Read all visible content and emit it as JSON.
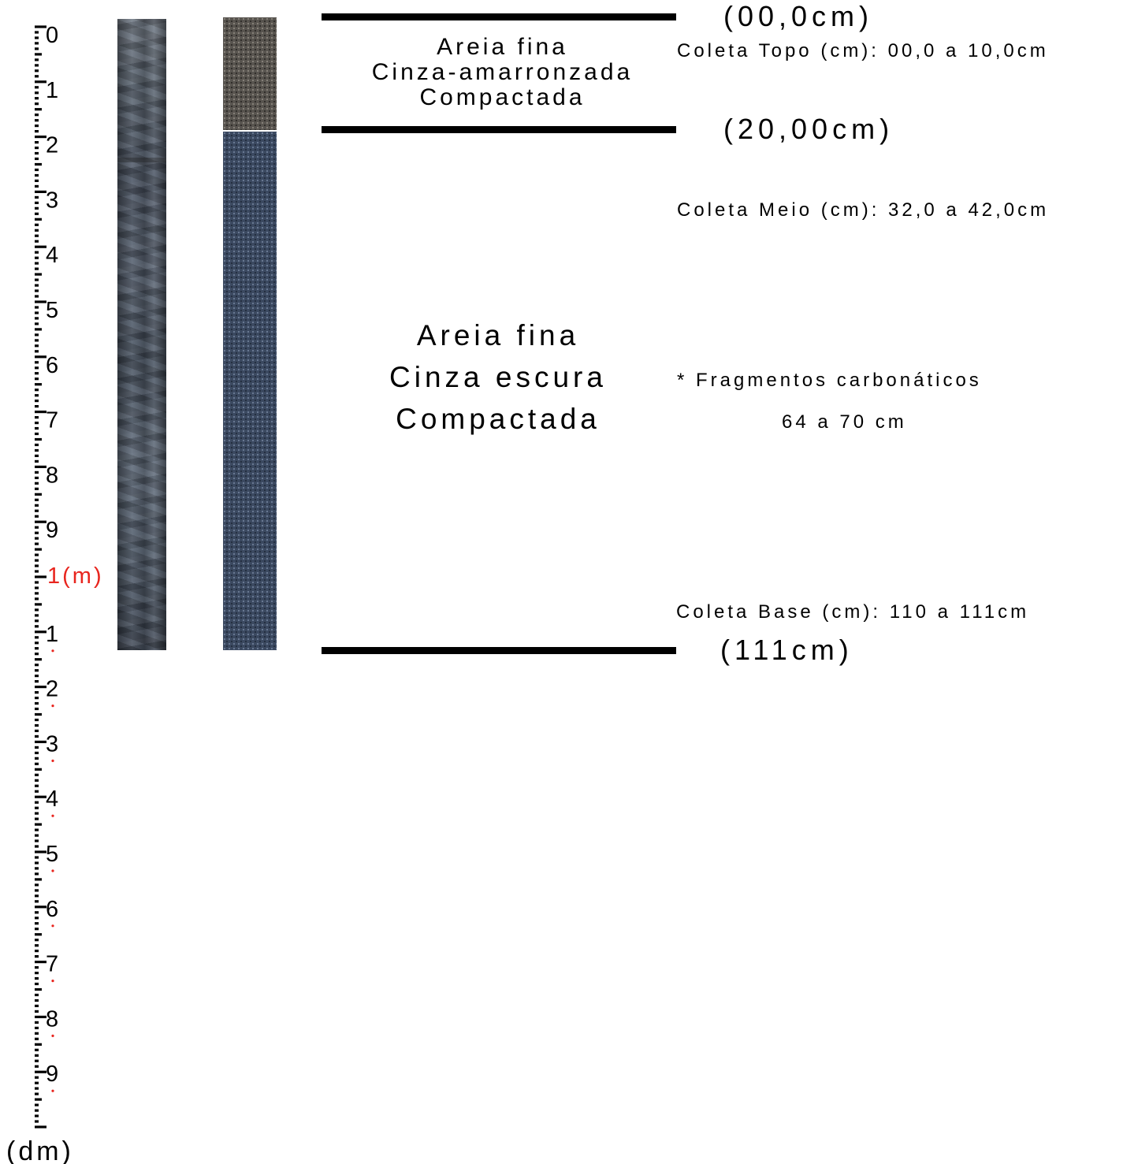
{
  "ruler": {
    "meter_labels": [
      "0",
      "1",
      "2",
      "3",
      "4",
      "5",
      "6",
      "7",
      "8",
      "9"
    ],
    "meter_mark": "1(m)",
    "second_meter_labels": [
      "1",
      "2",
      "3",
      "4",
      "5",
      "6",
      "7",
      "8",
      "9"
    ],
    "unit_label": "(dm)",
    "accent_color": "#e8251e"
  },
  "core": {
    "photo_icon": "core-photo",
    "layers": [
      {
        "name": "top-layer",
        "color": "#58544f"
      },
      {
        "name": "bottom-layer",
        "color": "#3b4960"
      }
    ]
  },
  "boundaries": {
    "top": "(00,0cm)",
    "middle": "(20,00cm)",
    "base": "(111cm)"
  },
  "layer_descriptions": {
    "upper": [
      "Areia fina",
      "Cinza-amarronzada",
      "Compactada"
    ],
    "lower": [
      "Areia fina",
      "Cinza escura",
      "Compactada"
    ]
  },
  "samples": {
    "topo": "Coleta Topo (cm): 00,0 a 10,0cm",
    "meio": "Coleta Meio (cm): 32,0 a 42,0cm",
    "base": "Coleta Base (cm): 110 a 111cm"
  },
  "notes": {
    "fragments": "* Fragmentos carbonáticos",
    "fragments_range": "64 a 70 cm"
  }
}
